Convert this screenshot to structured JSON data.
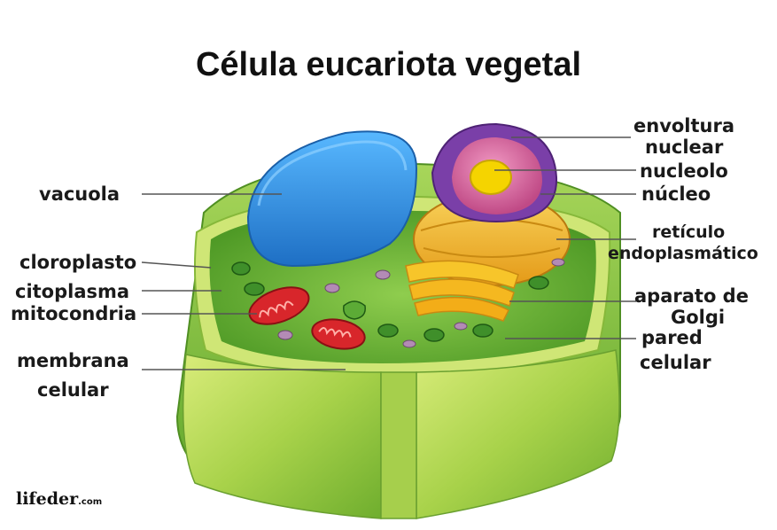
{
  "title": "Célula eucariota vegetal",
  "labels": {
    "vacuola": "vacuola",
    "cloroplasto": "cloroplasto",
    "citoplasma": "citoplasma",
    "mitocondria": "mitocondria",
    "membrana": "membrana",
    "celular_left": "celular",
    "envoltura": "envoltura",
    "nuclear": "nuclear",
    "nucleolo": "nucleolo",
    "nucleo": "núcleo",
    "reticulo": "retículo",
    "endoplasmatico": "endoplasmático",
    "aparato": "aparato de",
    "golgi": "Golgi",
    "pared": "pared",
    "celular_right": "celular"
  },
  "logo": {
    "name": "lifeder",
    "suffix": ".com"
  },
  "colors": {
    "wall_outer": "#8cc63f",
    "wall_inner": "#c8e06a",
    "cytoplasm": "#6fb83a",
    "vacuole": "#2e8fe0",
    "nucleus": "#d9639e",
    "nucleolus": "#f5d400",
    "er": "#f2b62a",
    "mitochondria": "#d8262b"
  }
}
